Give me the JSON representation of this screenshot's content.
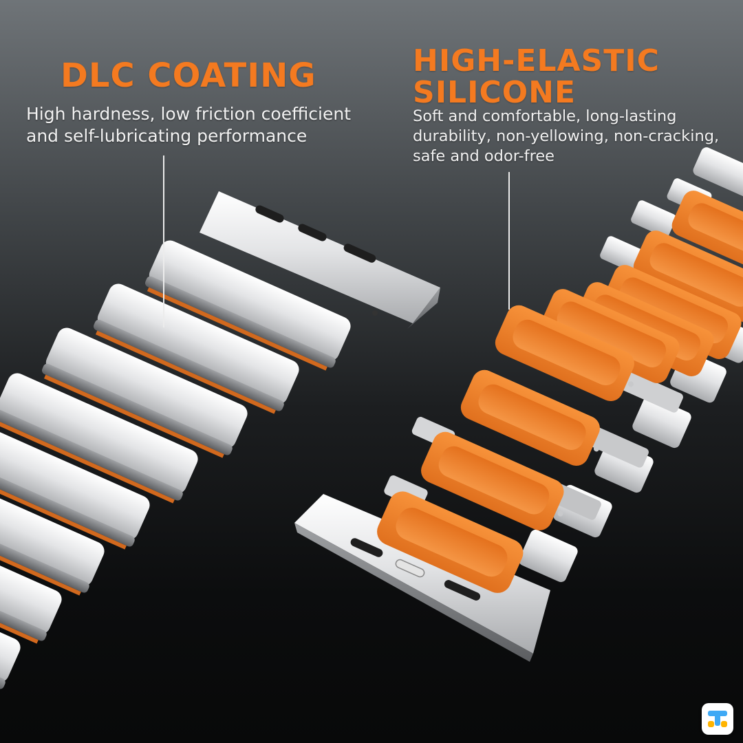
{
  "features": {
    "dlc": {
      "title": "DLC COATING",
      "description": "High hardness, low friction coefficient and self-lubricating performance"
    },
    "silicone": {
      "title": "HIGH-ELASTIC SILICONE",
      "description": "Soft and comfortable, long-lasting durability, non-yellowing, non-cracking, safe and odor-free"
    }
  },
  "colors": {
    "accent": "#f47a20",
    "silicone": "#f0822a",
    "steel": "#d8d9db",
    "text": "#f2f2f2"
  },
  "icons": {
    "corner_logo": "app-logo-icon"
  }
}
